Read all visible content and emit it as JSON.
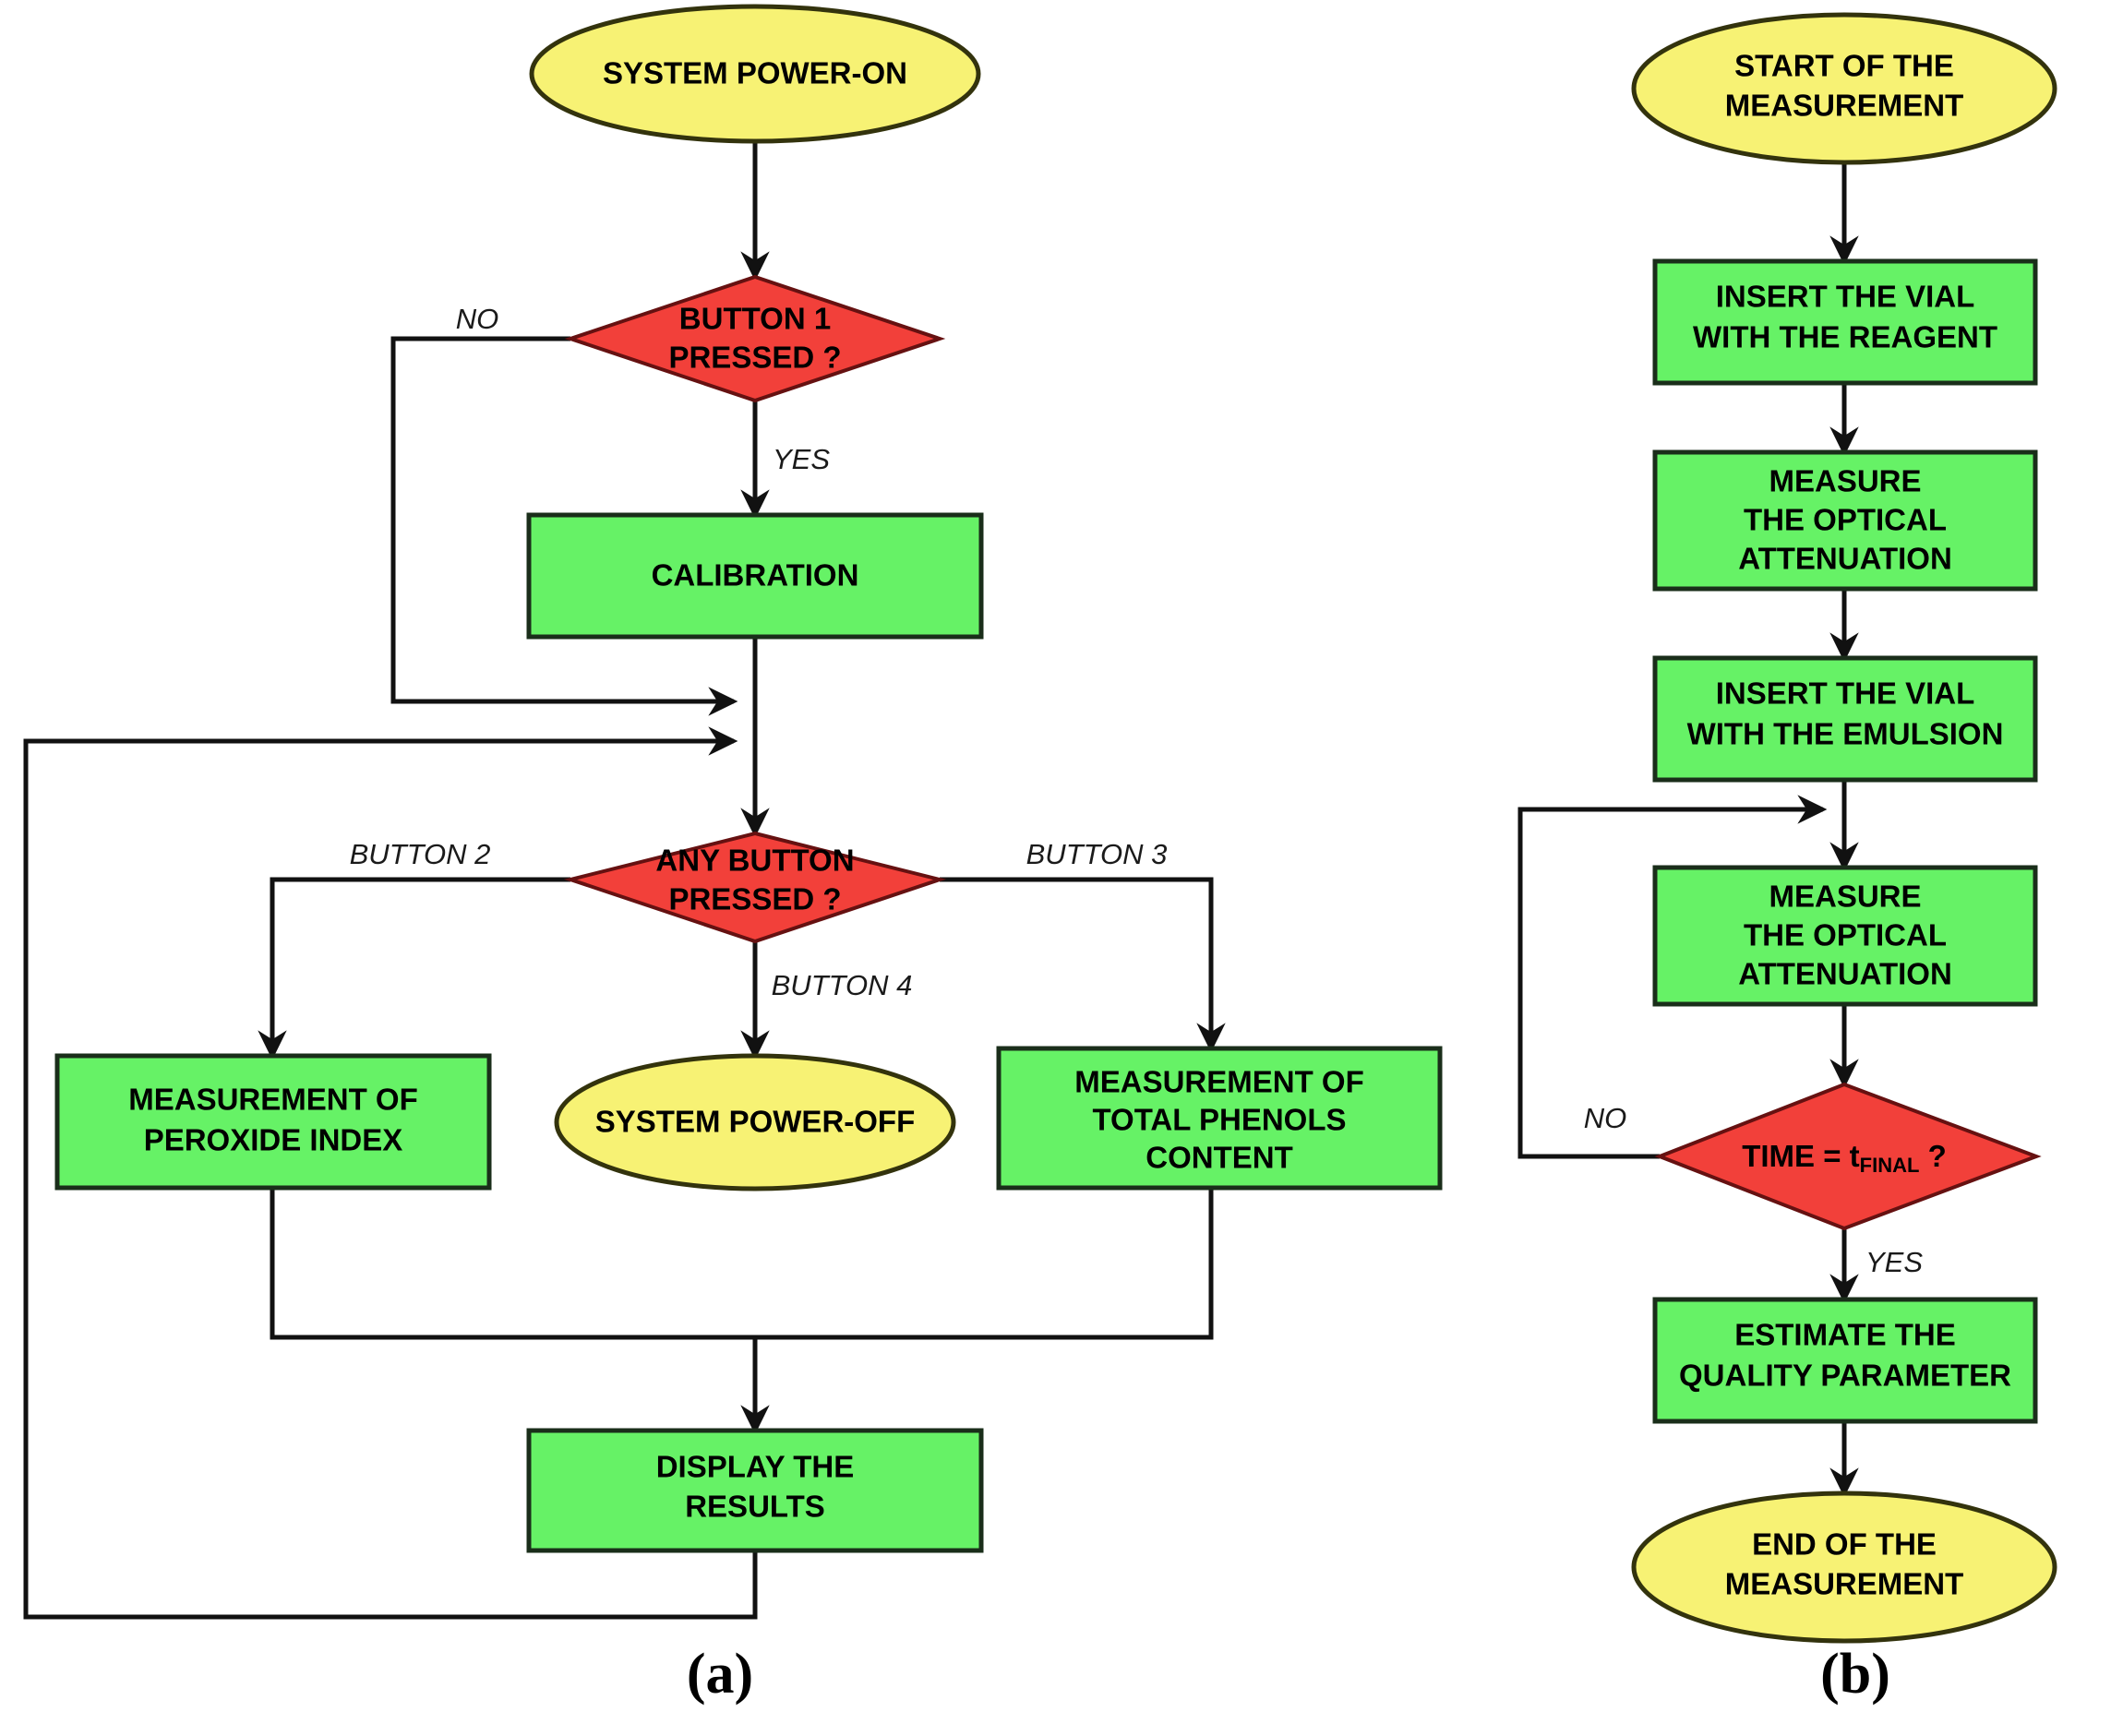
{
  "figure": {
    "panels": [
      {
        "id": "a",
        "label": "(a)"
      },
      {
        "id": "b",
        "label": "(b)"
      }
    ]
  },
  "colors": {
    "terminator_fill": "#f7f274",
    "process_fill": "#66f266",
    "decision_fill": "#f2403a",
    "stroke": "#111111",
    "text": "#000000",
    "background": "#ffffff"
  },
  "panel_a": {
    "nodes": [
      {
        "id": "a-start",
        "type": "terminator",
        "lines": [
          "SYSTEM POWER-ON"
        ]
      },
      {
        "id": "a-dec1",
        "type": "decision",
        "lines": [
          "BUTTON 1",
          "PRESSED ?"
        ]
      },
      {
        "id": "a-calib",
        "type": "process",
        "lines": [
          "CALIBRATION"
        ]
      },
      {
        "id": "a-dec2",
        "type": "decision",
        "lines": [
          "ANY BUTTON",
          "PRESSED ?"
        ]
      },
      {
        "id": "a-peroxide",
        "type": "process",
        "lines": [
          "MEASUREMENT OF",
          "PEROXIDE INDEX"
        ]
      },
      {
        "id": "a-poweroff",
        "type": "terminator",
        "lines": [
          "SYSTEM POWER-OFF"
        ]
      },
      {
        "id": "a-phenols",
        "type": "process",
        "lines": [
          "MEASUREMENT OF",
          "TOTAL PHENOLS",
          "CONTENT"
        ]
      },
      {
        "id": "a-display",
        "type": "process",
        "lines": [
          "DISPLAY THE",
          "RESULTS"
        ]
      }
    ],
    "edge_labels": [
      {
        "id": "a-no",
        "text": "NO"
      },
      {
        "id": "a-yes",
        "text": "YES"
      },
      {
        "id": "a-button2",
        "text": "BUTTON 2"
      },
      {
        "id": "a-button3",
        "text": "BUTTON 3"
      },
      {
        "id": "a-button4",
        "text": "BUTTON 4"
      }
    ]
  },
  "panel_b": {
    "nodes": [
      {
        "id": "b-start",
        "type": "terminator",
        "lines": [
          "START OF THE",
          "MEASUREMENT"
        ]
      },
      {
        "id": "b-vial-reagent",
        "type": "process",
        "lines": [
          "INSERT THE VIAL",
          "WITH THE REAGENT"
        ]
      },
      {
        "id": "b-measure1",
        "type": "process",
        "lines": [
          "MEASURE",
          "THE OPTICAL",
          "ATTENUATION"
        ]
      },
      {
        "id": "b-vial-emulsion",
        "type": "process",
        "lines": [
          "INSERT THE VIAL",
          "WITH THE EMULSION"
        ]
      },
      {
        "id": "b-measure2",
        "type": "process",
        "lines": [
          "MEASURE",
          "THE OPTICAL",
          "ATTENUATION"
        ]
      },
      {
        "id": "b-dec-time",
        "type": "decision",
        "lines": [
          "TIME = t",
          "FINAL",
          " ?"
        ],
        "text_main": "TIME = t",
        "text_sub": "FINAL",
        "text_tail": " ?"
      },
      {
        "id": "b-estimate",
        "type": "process",
        "lines": [
          "ESTIMATE THE",
          "QUALITY PARAMETER"
        ]
      },
      {
        "id": "b-end",
        "type": "terminator",
        "lines": [
          "END OF THE",
          "MEASUREMENT"
        ]
      }
    ],
    "edge_labels": [
      {
        "id": "b-no",
        "text": "NO"
      },
      {
        "id": "b-yes",
        "text": "YES"
      }
    ]
  }
}
